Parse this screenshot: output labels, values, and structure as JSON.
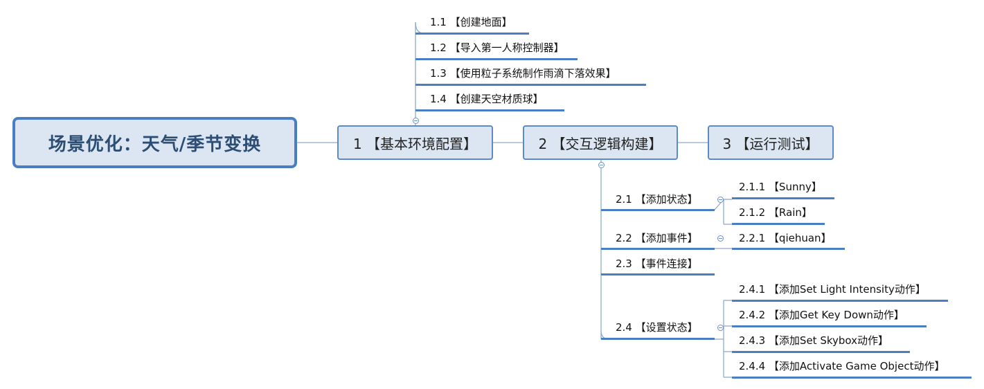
{
  "root": {
    "label": "场景优化：天气/季节变换"
  },
  "main_topics": [
    {
      "label": "1 【基本环境配置】"
    },
    {
      "label": "2 【交互逻辑构建】"
    },
    {
      "label": "3 【运行测试】"
    }
  ],
  "topic1_children": [
    {
      "label": "1.1 【创建地面】"
    },
    {
      "label": "1.2 【导入第一人称控制器】"
    },
    {
      "label": "1.3 【使用粒子系统制作雨滴下落效果】"
    },
    {
      "label": "1.4 【创建天空材质球】"
    }
  ],
  "topic2_children": [
    {
      "label": "2.1 【添加状态】"
    },
    {
      "label": "2.2 【添加事件】"
    },
    {
      "label": "2.3 【事件连接】"
    },
    {
      "label": "2.4 【设置状态】"
    }
  ],
  "sub_children": {
    "s2_1": [
      {
        "label": "2.1.1 【Sunny】"
      },
      {
        "label": "2.1.2 【Rain】"
      }
    ],
    "s2_2": [
      {
        "label": "2.2.1 【qiehuan】"
      }
    ],
    "s2_4": [
      {
        "label": "2.4.1 【添加Set Light Intensity动作】"
      },
      {
        "label": "2.4.2 【添加Get Key Down动作】"
      },
      {
        "label": "2.4.3 【添加Set Skybox动作】"
      },
      {
        "label": "2.4.4 【添加Activate Game Object动作】"
      }
    ]
  },
  "colors": {
    "line": "#4a7ec2",
    "connector": "#8fa9cf",
    "node_fill": "#dce6f2",
    "root_text": "#2d4e74"
  }
}
